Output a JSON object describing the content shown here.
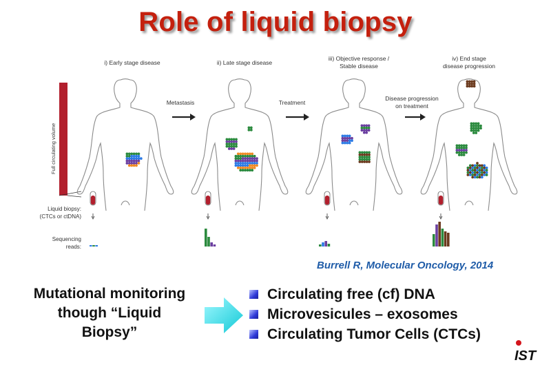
{
  "title": "Role of liquid biopsy",
  "figure": {
    "stage_labels": [
      "i) Early stage disease",
      "ii) Late stage disease",
      "iii) Objective response /",
      "Stable disease",
      "iv) End stage",
      "disease progression"
    ],
    "transitions": [
      "Metastasis",
      "Treatment",
      "Disease progression",
      "on treatment"
    ],
    "vertical_bar_label": "Full circulating volume",
    "liquid_biopsy_label": [
      "Liquid biopsy:",
      "(CTCs or ctDNA)"
    ],
    "sequencing_label": [
      "Sequencing",
      "reads:"
    ]
  },
  "citation": "Burrell R, Molecular Oncology, 2014",
  "monitoring_text": [
    "Mutational monitoring",
    "though “Liquid",
    "Biopsy”"
  ],
  "bullets": [
    "Circulating free (cf) DNA",
    "Microvesicules – exosomes",
    "Circulating Tumor Cells (CTCs)"
  ],
  "logo_text": "IST",
  "colors": {
    "title": "#c4200e",
    "citation": "#1f5ca8",
    "blood_bar": "#b21f2d",
    "arrow": "#2fe0ea",
    "tumor_green": "#2b8a3e",
    "tumor_purple": "#6b3fa0",
    "tumor_orange": "#f08a24",
    "tumor_blue": "#2c7be5",
    "tumor_brown": "#6b3a1e"
  }
}
